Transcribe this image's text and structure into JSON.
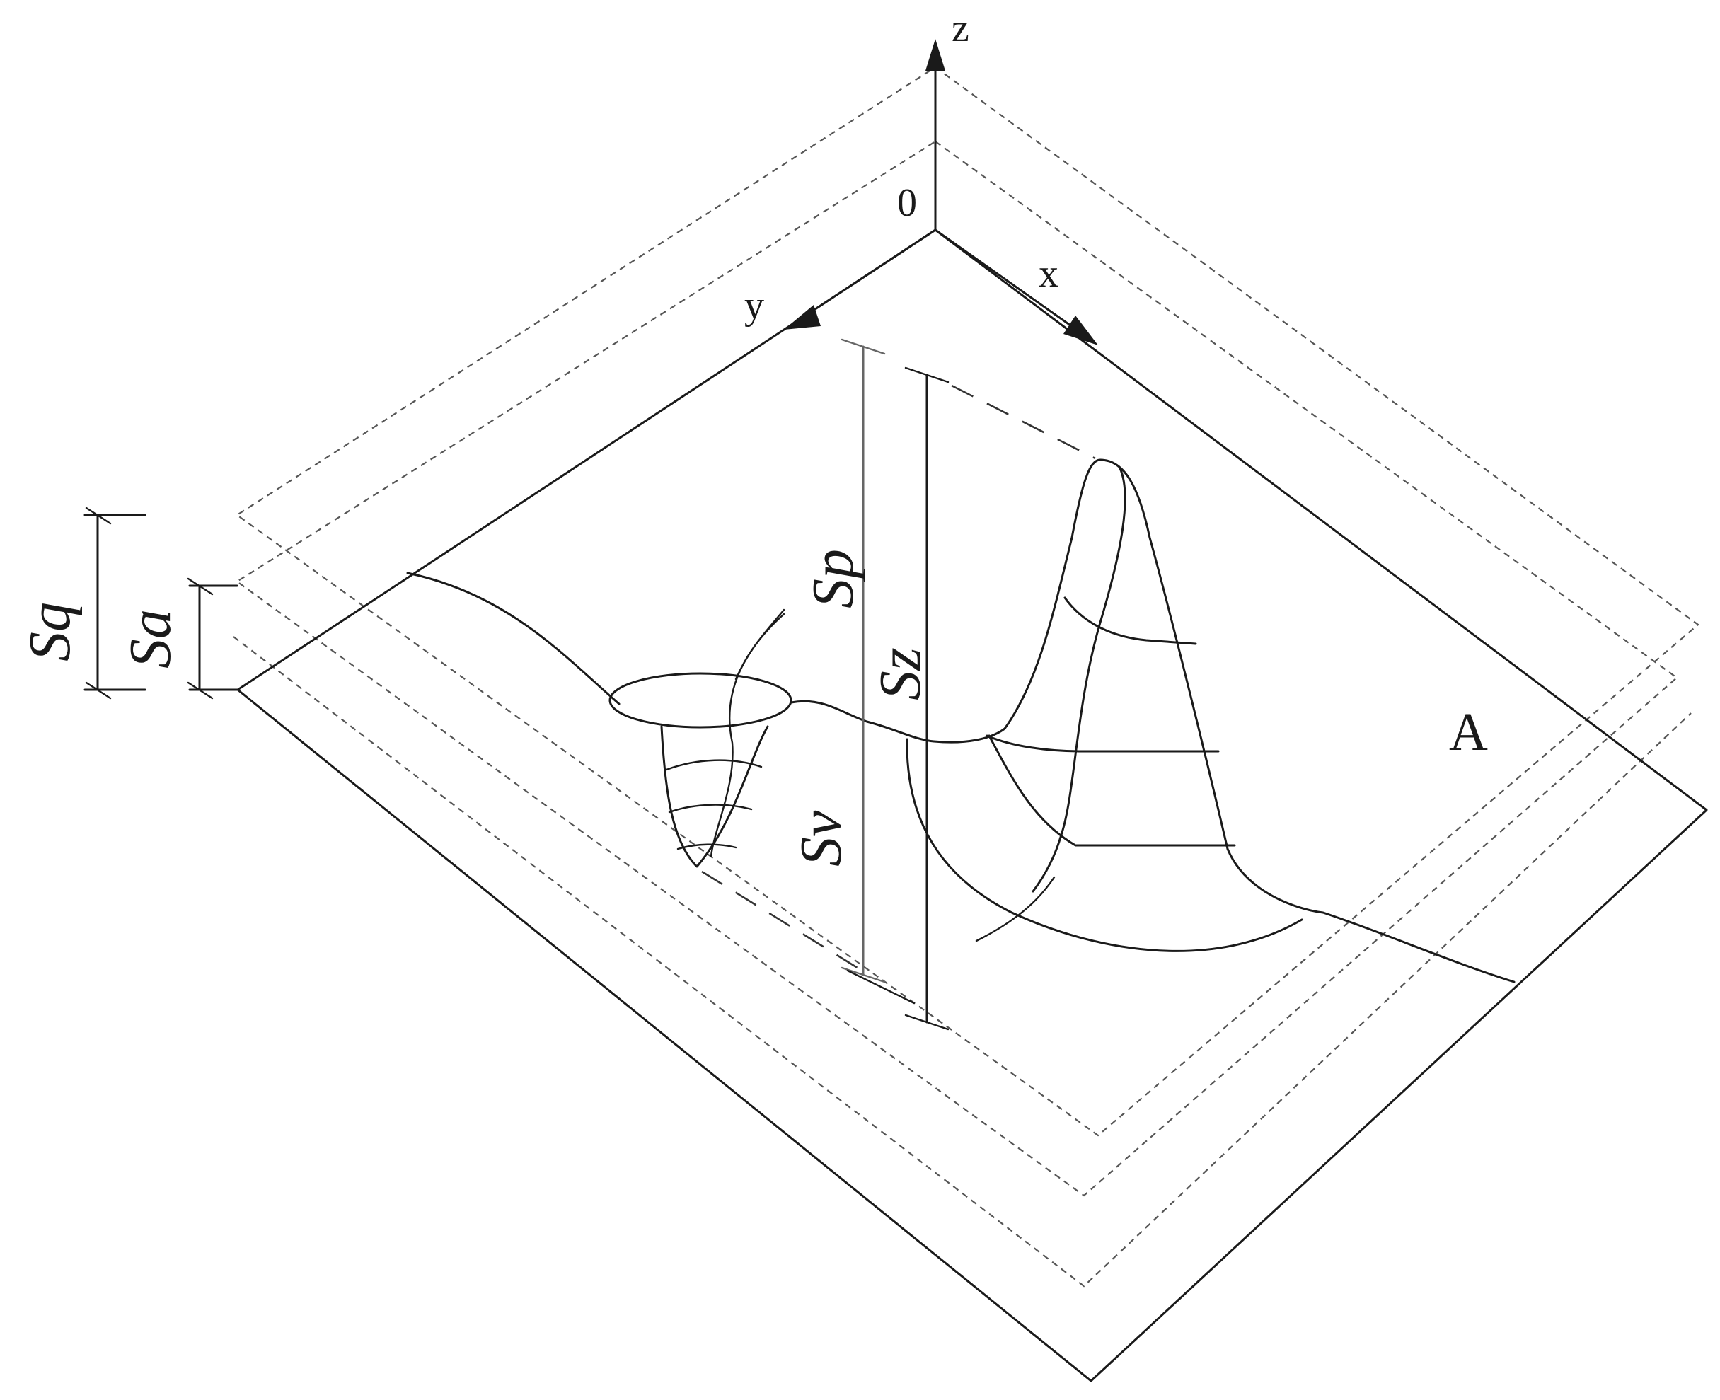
{
  "labels": {
    "axis_z": "z",
    "axis_x": "x",
    "axis_y": "y",
    "origin": "0",
    "area": "A",
    "sq": "Sq",
    "sa": "Sa",
    "sp": "Sp",
    "sz": "Sz",
    "sv": "Sv"
  }
}
